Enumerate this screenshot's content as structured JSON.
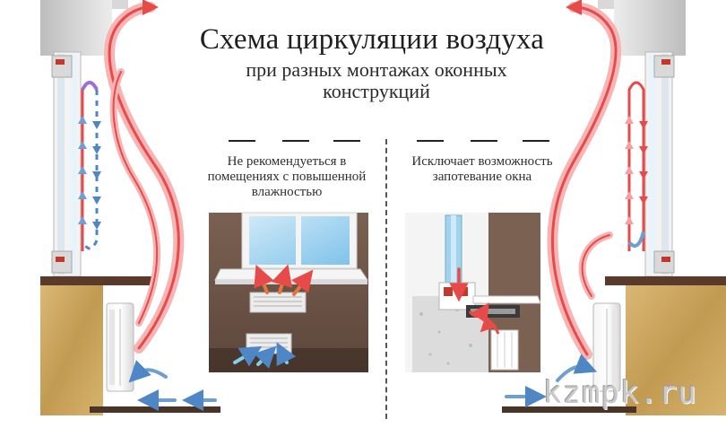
{
  "title": {
    "line1": "Схема циркуляции воздуха",
    "line2": "при разных монтажах оконных",
    "line3": "конструкций"
  },
  "left_caption": {
    "line1": "Не рекомендуеться в",
    "line2": "помещениях с повышенной",
    "line3": "влажностью"
  },
  "right_caption": {
    "line1": "Исключает возможность",
    "line2": "запотевание окна"
  },
  "watermark": "kzmpk.ru",
  "colors": {
    "warm_air": "#e84a4a",
    "cool_air": "#4f86c6",
    "wall_plaster": "#c9a35e",
    "brick_wall": "#6b5448",
    "sill": "#5a3a2a"
  }
}
